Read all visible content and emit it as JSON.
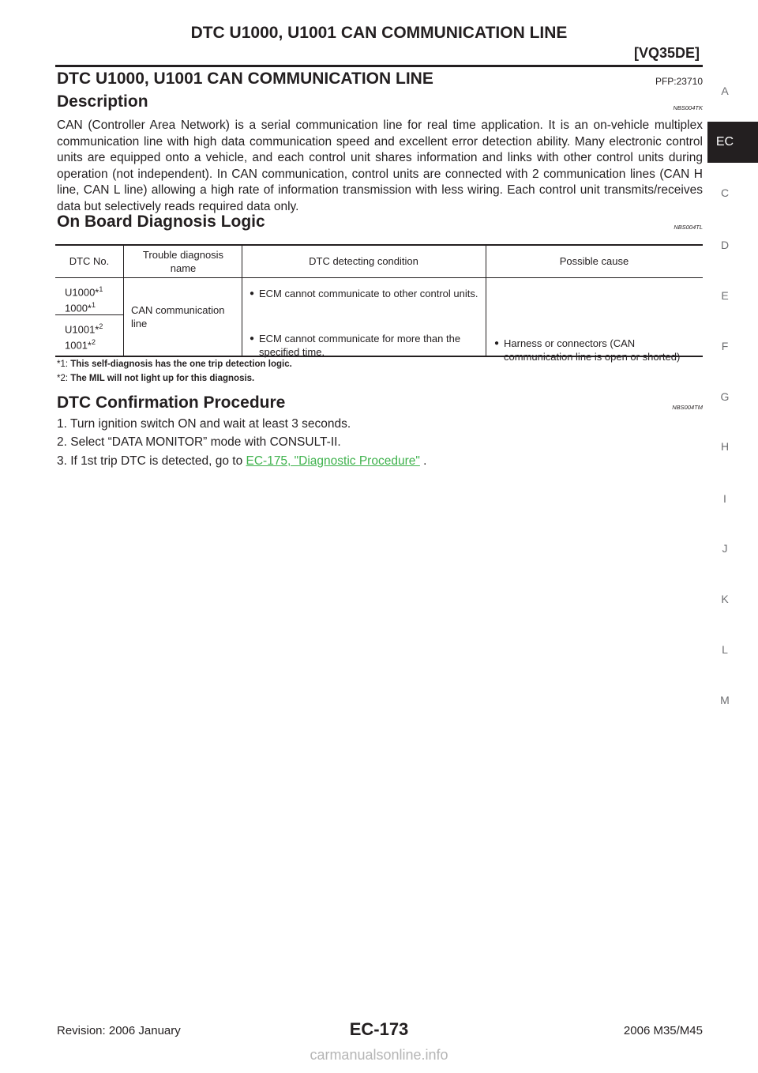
{
  "header": {
    "title": "DTC U1000, U1001 CAN COMMUNICATION LINE",
    "engine": "[VQ35DE]"
  },
  "section": {
    "title": "DTC U1000, U1001 CAN COMMUNICATION LINE",
    "pfp": "PFP:23710"
  },
  "description": {
    "heading": "Description",
    "ref": "NBS004TK",
    "text": "CAN (Controller Area Network) is a serial communication line for real time application. It is an on-vehicle multiplex communication line with high data communication speed and excellent error detection ability. Many electronic control units are equipped onto a vehicle, and each control unit shares information and links with other control units during operation (not independent). In CAN communication, control units are connected with 2 communication lines (CAN H line, CAN L line) allowing a high rate of information transmission with less wiring. Each control unit transmits/receives data but selectively reads required data only."
  },
  "obd": {
    "heading": "On Board Diagnosis Logic",
    "ref": "NBS004TL",
    "table": {
      "headers": {
        "dtc_no": "DTC No.",
        "trouble_name": "Trouble diagnosis name",
        "condition": "DTC detecting condition",
        "cause": "Possible cause"
      },
      "dtc1_a": "U1000*",
      "dtc1_a_sup": "1",
      "dtc1_b": "1000*",
      "dtc1_b_sup": "1",
      "dtc2_a": "U1001*",
      "dtc2_a_sup": "2",
      "dtc2_b": "1001*",
      "dtc2_b_sup": "2",
      "trouble_name": "CAN communication line",
      "conditions": [
        "ECM cannot communicate to other control units.",
        "ECM cannot communicate for more than the specified time."
      ],
      "cause": "Harness or connectors (CAN communication line is open or shorted)"
    },
    "footnotes": [
      {
        "mark": "*1:",
        "text": "This self-diagnosis has the one trip detection logic."
      },
      {
        "mark": "*2:",
        "text": "The MIL will not light up for this diagnosis."
      }
    ]
  },
  "confirmation": {
    "heading": "DTC Confirmation Procedure",
    "ref": "NBS004TM",
    "steps": [
      "1.   Turn ignition switch ON and wait at least 3 seconds.",
      "2.   Select “DATA MONITOR” mode with CONSULT-II.",
      "3.   If 1st trip DTC is detected, go to "
    ],
    "link_text": "EC-175, \"Diagnostic Procedure\"",
    "step3_suffix": " ."
  },
  "side_tabs": [
    "A",
    "EC",
    "C",
    "D",
    "E",
    "F",
    "G",
    "H",
    "I",
    "J",
    "K",
    "L",
    "M"
  ],
  "footer": {
    "revision": "Revision: 2006 January",
    "page": "EC-173",
    "model": "2006 M35/M45"
  },
  "watermark": "carmanualsonline.info"
}
